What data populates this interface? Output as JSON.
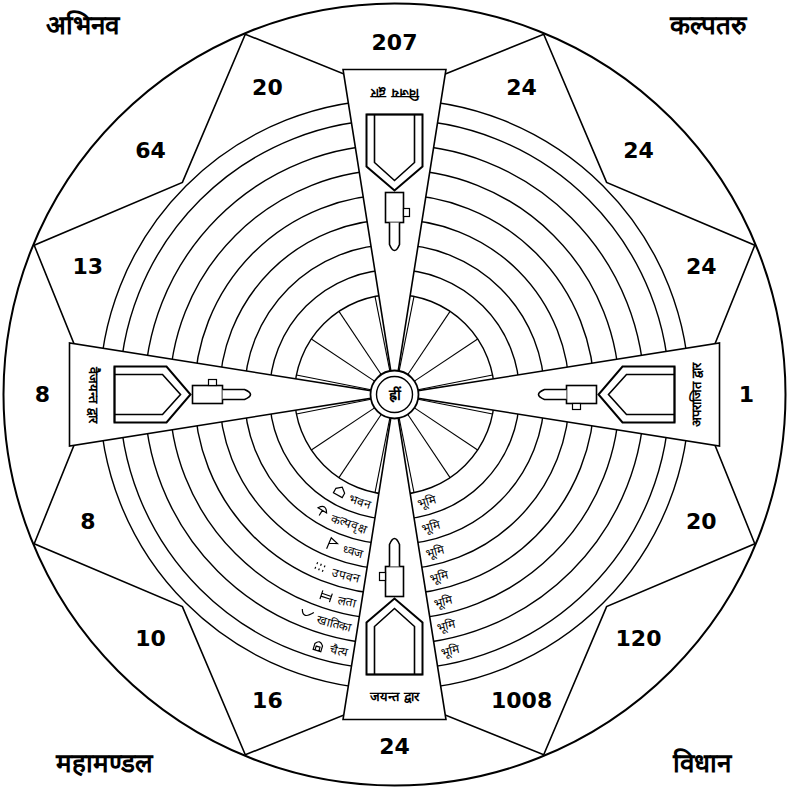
{
  "diagram": {
    "labels": [
      "अभिनव",
      "कल्पतरु",
      "महामण्डल",
      "विधान",
      "207",
      "24",
      "24",
      "24",
      "1",
      "20",
      "120",
      "1008",
      "24",
      "16",
      "10",
      "8",
      "8",
      "13",
      "64",
      "20",
      "विजय द्वार",
      "अपराजित द्वार",
      "जयन्त द्वार",
      "वैजयन्त द्वार",
      "ह्रीं",
      "भवन",
      "कल्पवृक्ष",
      "ध्वज",
      "उपवन",
      "लता",
      "खातिका",
      "चैत्य",
      "भूमि",
      "भूमि",
      "भूमि",
      "भूमि",
      "भूमि",
      "भूमि",
      "भूमि"
    ]
  }
}
